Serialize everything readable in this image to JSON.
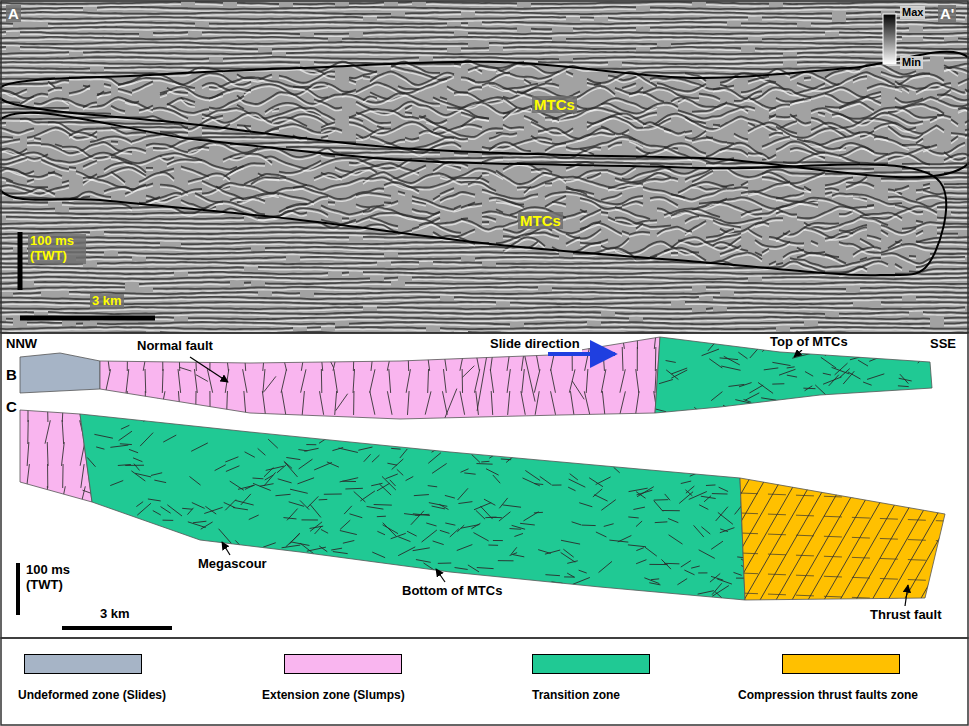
{
  "diagram": {
    "labels": [
      "A",
      "A'",
      "Max",
      "Min",
      "MTCs",
      "MTCs",
      "100 ms (TWT)",
      "3 km",
      "NNW",
      "SSE",
      "B",
      "C",
      "Normal fault",
      "Slide direction",
      "Top of MTCs",
      "Megascour",
      "Bottom of MTCs",
      "Thrust fault",
      "100 ms (TWT)",
      "3 km"
    ],
    "legend": [
      {
        "text": "Undeformed zone (Slides)",
        "color": "#a6b4c6"
      },
      {
        "text": "Extension zone (Slumps)",
        "color": "#f9b5ef"
      },
      {
        "text": "Transition zone",
        "color": "#20c994"
      },
      {
        "text": "Compression thrust faults zone",
        "color": "#ffc000"
      }
    ]
  }
}
